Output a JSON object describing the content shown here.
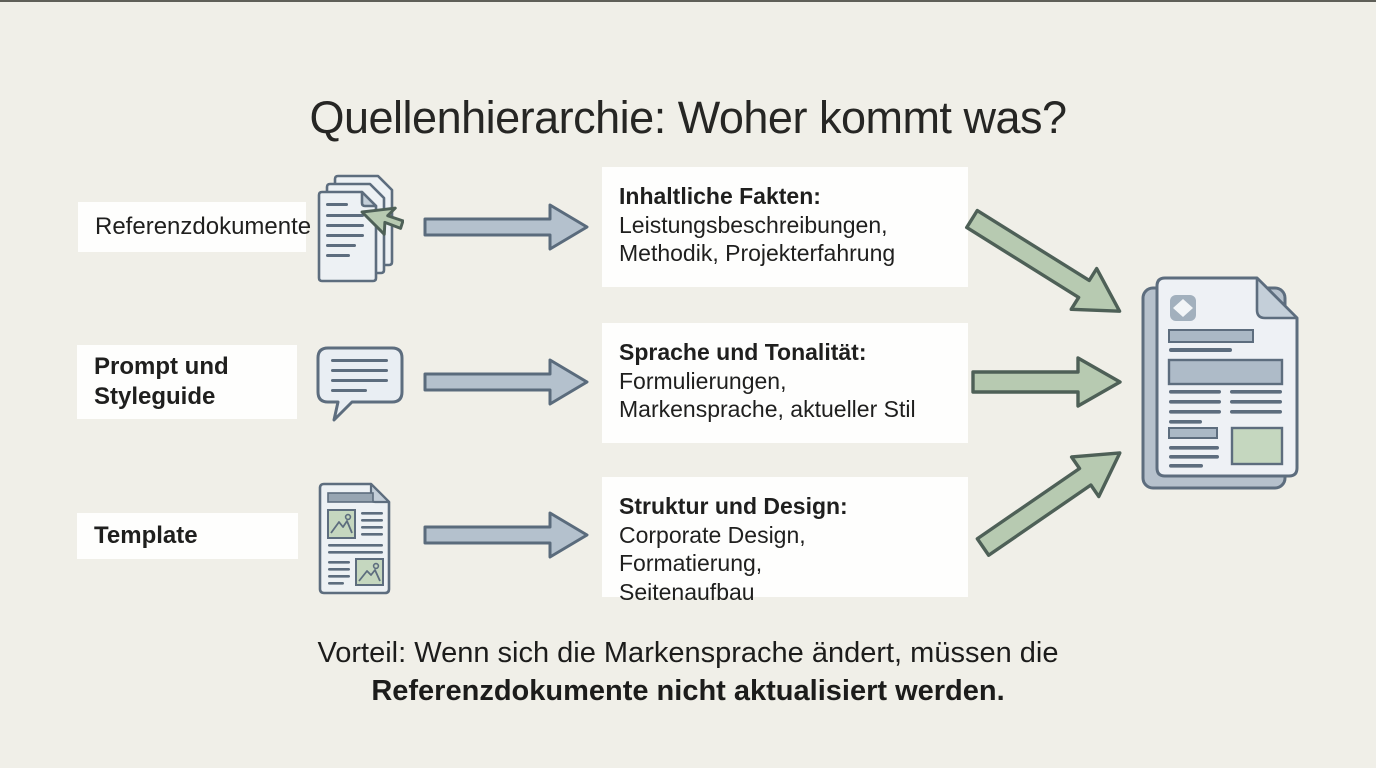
{
  "title": "Quellenhierarchie: Woher kommt was?",
  "rows": [
    {
      "source": "Referenzdokumente",
      "icon": "documents-stack-cursor-icon",
      "target_title": "Inhaltliche Fakten:",
      "target_body": "Leistungsbeschreibungen,\nMethodik, Projekterfahrung"
    },
    {
      "source": "Prompt und\nStyleguide",
      "icon": "speech-bubble-icon",
      "target_title": "Sprache und Tonalität:",
      "target_body": "Formulierungen,\nMarkensprache, aktueller Stil"
    },
    {
      "source": "Template",
      "icon": "template-document-icon",
      "target_title": "Struktur und Design:",
      "target_body": "Corporate Design, Formatierung,\nSeitenaufbau"
    }
  ],
  "footer": {
    "line1": "Vorteil: Wenn sich die Markensprache ändert, müssen die",
    "line2": "Referenzdokumente nicht aktualisiert werden."
  },
  "colors": {
    "background": "#f0efe8",
    "box_bg": "#fefefd",
    "gray_arrow_fill": "#b4c1cd",
    "gray_arrow_stroke": "#5a6b7c",
    "green_arrow_fill": "#b7cab1",
    "green_arrow_stroke": "#4e6057",
    "icon_page_fill": "#edf1f4",
    "icon_back_page": "#b6c1cc",
    "icon_fold": "#c4cfd9",
    "icon_line": "#5d6d7e",
    "image_placeholder_green": "#c5d7bf",
    "text": "#1f1f1e"
  }
}
